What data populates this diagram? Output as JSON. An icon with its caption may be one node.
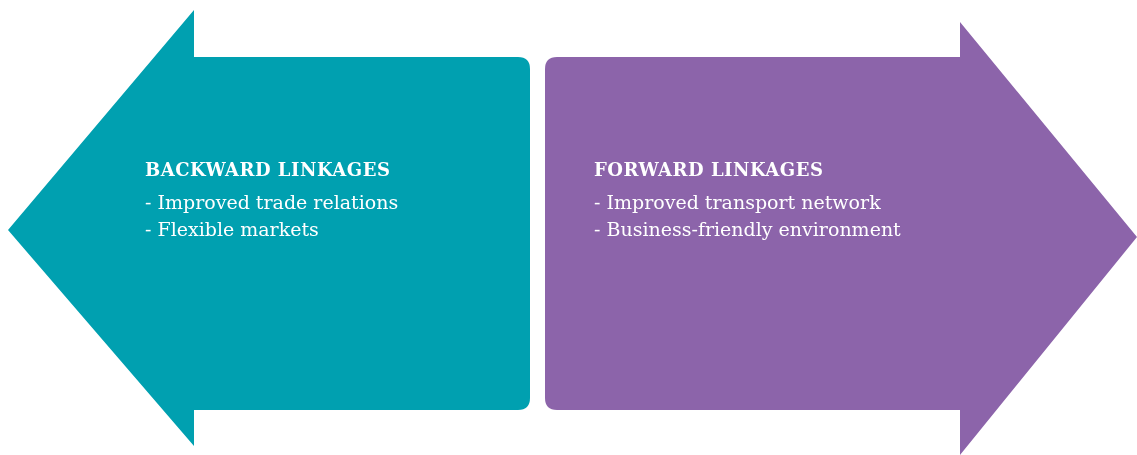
{
  "diagram": {
    "nodes": [
      {
        "text": [
          "BACKWARD LINKAGES",
          "- Improved trade relations",
          "- Flexible markets"
        ]
      },
      {
        "text": [
          "FORWARD LINKAGES",
          "- Improved transport network",
          "- Business-friendly environment"
        ]
      }
    ]
  }
}
